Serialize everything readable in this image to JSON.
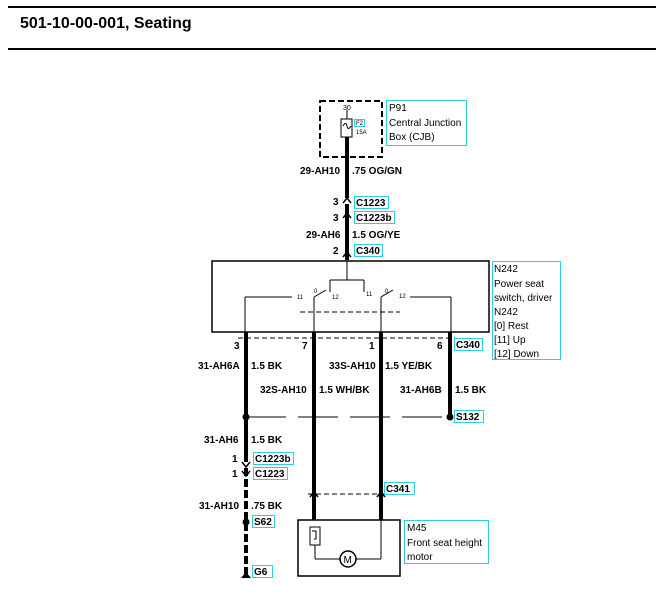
{
  "header": {
    "title": "501-10-00-001, Seating"
  },
  "cjb": {
    "pin": "30",
    "fuse_id": "F2",
    "fuse_rating": "15A",
    "id": "P91",
    "name_line1": "Central Junction",
    "name_line2": "Box (CJB)"
  },
  "wire_top": {
    "circuit": "29-AH10",
    "spec": ".75 OG/GN"
  },
  "conn_c1223": {
    "pin": "3",
    "label": "C1223"
  },
  "conn_c1223b_top": {
    "pin": "3",
    "label": "C1223b"
  },
  "wire_mid": {
    "circuit": "29-AH6",
    "spec": "1.5 OG/YE"
  },
  "conn_c340_top": {
    "pin": "2",
    "label": "C340"
  },
  "switch": {
    "id": "N242",
    "name_line1": "Power seat",
    "name_line2": "switch, driver",
    "legend_id": "N242",
    "states": [
      "[0] Rest",
      "[11] Up",
      "[12] Down"
    ],
    "contacts": [
      "11",
      "0",
      "12",
      "11",
      "0",
      "12"
    ]
  },
  "pins_bottom": [
    "3",
    "7",
    "1",
    "6"
  ],
  "conn_c340_bottom": "C340",
  "wire_31_ah6a": {
    "circuit": "31-AH6A",
    "spec": "1.5 BK"
  },
  "wire_33s_ah10": {
    "circuit": "33S-AH10",
    "spec": "1.5 YE/BK"
  },
  "wire_32s_ah10": {
    "circuit": "32S-AH10",
    "spec": "1.5 WH/BK"
  },
  "wire_31_ah6b": {
    "circuit": "31-AH6B",
    "spec": "1.5 BK"
  },
  "splice_s132": "S132",
  "wire_31_ah6": {
    "circuit": "31-AH6",
    "spec": "1.5 BK"
  },
  "conn_c1223b_bottom": {
    "pin": "1",
    "label": "C1223b"
  },
  "conn_c1223_bottom": {
    "pin": "1",
    "label": "C1223"
  },
  "conn_c341": "C341",
  "wire_31_ah10": {
    "circuit": "31-AH10",
    "spec": ".75 BK"
  },
  "splice_s62": "S62",
  "ground_g6": "G6",
  "motor": {
    "id": "M45",
    "name_line1": "Front seat height",
    "name_line2": "motor",
    "symbol": "M"
  }
}
